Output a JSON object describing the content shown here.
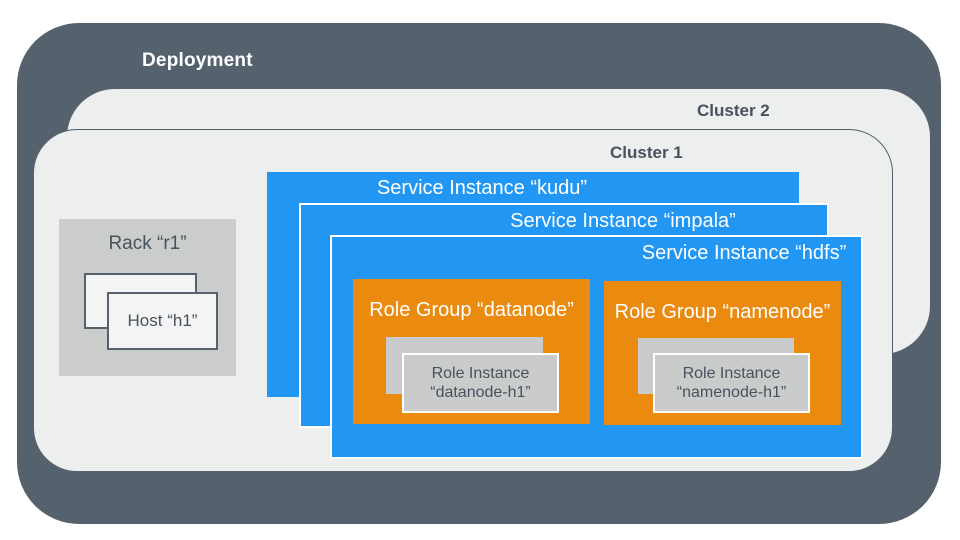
{
  "deployment": {
    "label": "Deployment"
  },
  "clusters": [
    {
      "label": "Cluster 2"
    },
    {
      "label": "Cluster 1"
    }
  ],
  "rack": {
    "label": "Rack “r1”",
    "host": {
      "label": "Host “h1”"
    }
  },
  "services": [
    {
      "label": "Service Instance “kudu”"
    },
    {
      "label": "Service Instance “impala”"
    },
    {
      "label": "Service Instance “hdfs”"
    }
  ],
  "role_groups": [
    {
      "label": "Role Group “datanode”",
      "instance": {
        "line1": "Role Instance",
        "line2": "“datanode-h1”"
      }
    },
    {
      "label": "Role Group “namenode”",
      "instance": {
        "line1": "Role Instance",
        "line2": "“namenode-h1”"
      }
    }
  ],
  "colors": {
    "deployment_slate": "#55626E",
    "cluster_fill": "#EDEEEE",
    "service_blue": "#2196F3",
    "role_group_orange": "#EA8B10",
    "card_gray": "#CACCCB",
    "rack_gray": "#CBCDCC",
    "host_fill": "#F3F4F3",
    "text_dark": "#47525C",
    "label_white": "#FFFFFF"
  }
}
